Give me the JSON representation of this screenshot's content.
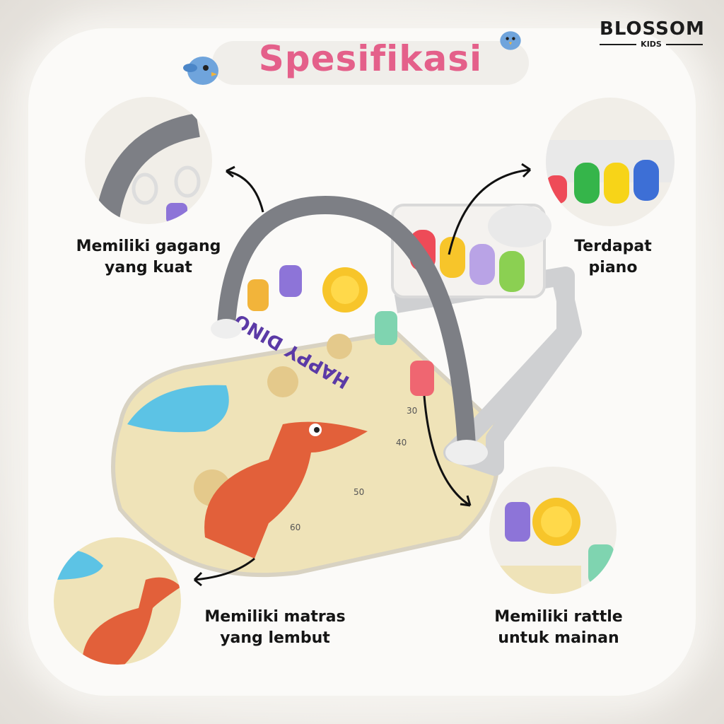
{
  "header": {
    "title": "Spesifikasi"
  },
  "logo": {
    "brand": "BLOSSOM",
    "sub": "KIDS"
  },
  "product": {
    "mat_text": "HAPPY DINO",
    "ruler_marks": [
      "30",
      "40",
      "50",
      "60"
    ]
  },
  "features": [
    {
      "line1": "Memiliki gagang",
      "line2": "yang kuat"
    },
    {
      "line1": "Terdapat",
      "line2": "piano"
    },
    {
      "line1": "Memiliki matras",
      "line2": "yang lembut"
    },
    {
      "line1": "Memiliki rattle",
      "line2": "untuk mainan"
    }
  ],
  "colors": {
    "title": "#e4608a",
    "arch": "#7d7f85",
    "mat": "#efe3b8",
    "dino": "#e2603a"
  }
}
